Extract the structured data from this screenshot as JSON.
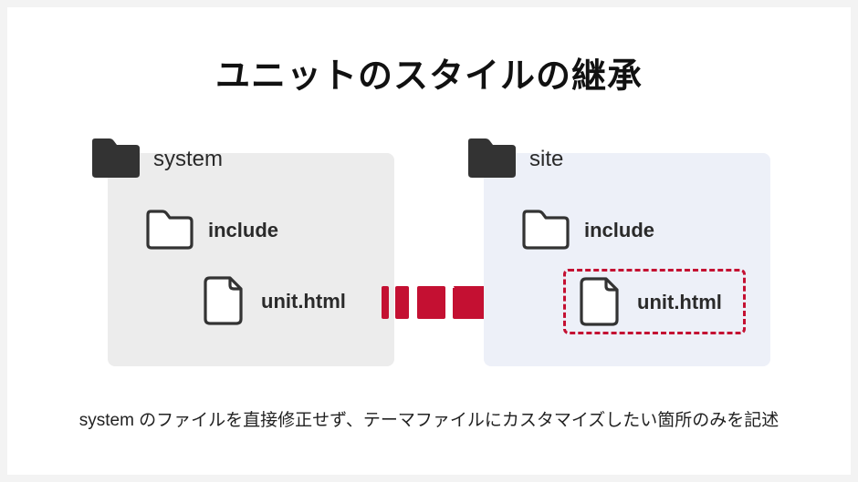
{
  "title": "ユニットのスタイルの継承",
  "left_tree": {
    "root_label": "system",
    "folder_label": "include",
    "file_label": "unit.html",
    "panel_color": "#ececec"
  },
  "right_tree": {
    "root_label": "site",
    "folder_label": "include",
    "file_label": "unit.html",
    "panel_color": "#edf0f8",
    "highlight": "dashed-border"
  },
  "arrow": {
    "direction": "right",
    "color": "#c41032"
  },
  "caption": "system のファイルを直接修正せず、テーマファイルにカスタマイズしたい箇所のみを記述",
  "colors": {
    "accent": "#c41032",
    "icon": "#333333",
    "background": "#ffffff",
    "frame": "#f3f3f3"
  }
}
